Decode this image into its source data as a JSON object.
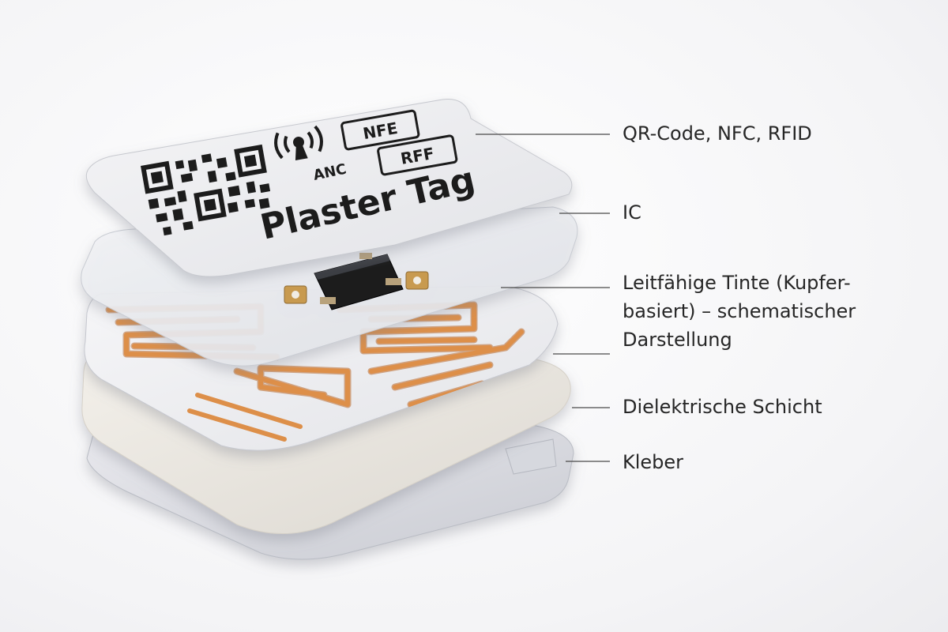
{
  "tag": {
    "title": "Plaster Tag",
    "badge_top": "NFE",
    "badge_bottom": "RFF",
    "small_label": "ANC"
  },
  "labels": [
    "QR-Code, NFC, RFID",
    "IC",
    "Leitfähige Tinte (Kupfer-basiert) – schematischer Darstellung",
    "Dielektrische Schicht",
    "Kleber"
  ],
  "colors": {
    "copper": "#d98a45",
    "copper_dark": "#b9692c",
    "print": "#1e1e1e",
    "label_text": "#262626"
  }
}
